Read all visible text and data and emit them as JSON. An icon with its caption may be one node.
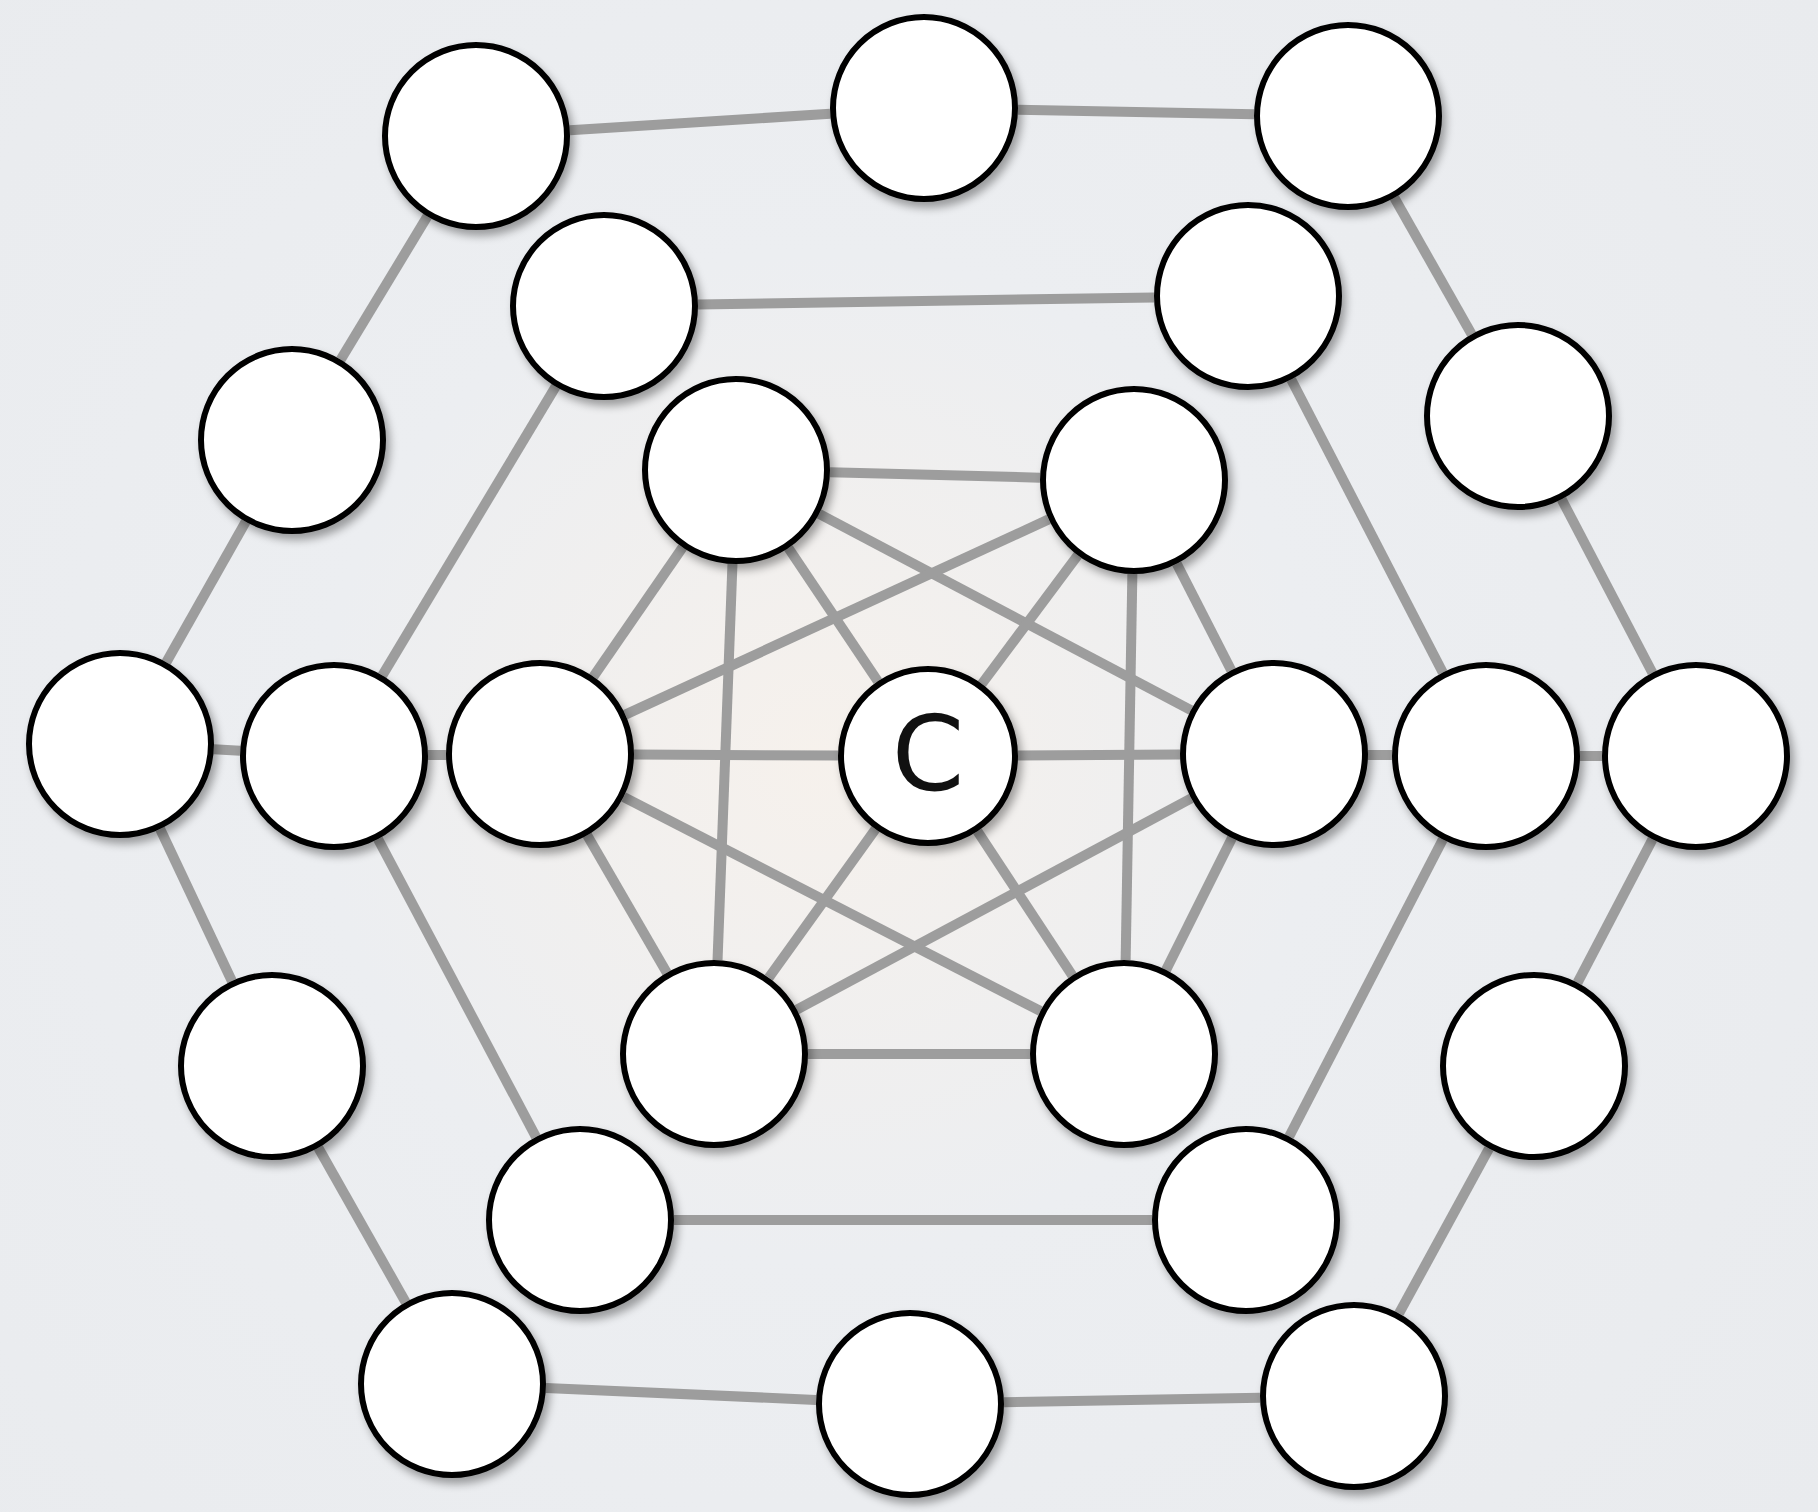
{
  "diagram": {
    "nodes": [
      {
        "text": [],
        "shape": "circle"
      },
      {
        "text": [],
        "shape": "circle"
      },
      {
        "text": [],
        "shape": "circle"
      },
      {
        "text": [],
        "shape": "circle"
      },
      {
        "text": [],
        "shape": "circle"
      },
      {
        "text": [],
        "shape": "circle"
      },
      {
        "text": [],
        "shape": "circle"
      },
      {
        "text": [],
        "shape": "circle"
      },
      {
        "text": [],
        "shape": "circle"
      },
      {
        "text": [],
        "shape": "circle"
      },
      {
        "text": [],
        "shape": "circle"
      },
      {
        "text": [],
        "shape": "circle"
      },
      {
        "text": [
          "C"
        ]
      },
      {
        "text": [],
        "shape": "circle"
      },
      {
        "text": [],
        "shape": "circle"
      },
      {
        "text": [],
        "shape": "circle"
      },
      {
        "text": [],
        "shape": "circle"
      },
      {
        "text": [],
        "shape": "circle"
      },
      {
        "text": [],
        "shape": "circle"
      },
      {
        "text": [],
        "shape": "circle"
      },
      {
        "text": [],
        "shape": "circle"
      },
      {
        "text": [],
        "shape": "circle"
      },
      {
        "text": [],
        "shape": "circle"
      },
      {
        "text": [],
        "shape": "circle"
      },
      {
        "text": [],
        "shape": "circle"
      }
    ],
    "edges": [
      {
        "from": 0,
        "to": 1,
        "arrow": "none"
      },
      {
        "from": 1,
        "to": 2,
        "arrow": "none"
      },
      {
        "from": 2,
        "to": 8,
        "arrow": "none"
      },
      {
        "from": 8,
        "to": 15,
        "arrow": "none"
      },
      {
        "from": 15,
        "to": 19,
        "arrow": "none"
      },
      {
        "from": 19,
        "to": 24,
        "arrow": "none"
      },
      {
        "from": 24,
        "to": 23,
        "arrow": "none"
      },
      {
        "from": 23,
        "to": 22,
        "arrow": "none"
      },
      {
        "from": 22,
        "to": 16,
        "arrow": "none"
      },
      {
        "from": 16,
        "to": 9,
        "arrow": "none"
      },
      {
        "from": 9,
        "to": 5,
        "arrow": "none"
      },
      {
        "from": 5,
        "to": 0,
        "arrow": "none"
      },
      {
        "from": 3,
        "to": 4,
        "arrow": "none"
      },
      {
        "from": 4,
        "to": 14,
        "arrow": "none"
      },
      {
        "from": 14,
        "to": 21,
        "arrow": "none"
      },
      {
        "from": 21,
        "to": 20,
        "arrow": "none"
      },
      {
        "from": 20,
        "to": 10,
        "arrow": "none"
      },
      {
        "from": 10,
        "to": 3,
        "arrow": "none"
      },
      {
        "from": 6,
        "to": 7,
        "arrow": "none"
      },
      {
        "from": 7,
        "to": 13,
        "arrow": "none"
      },
      {
        "from": 13,
        "to": 18,
        "arrow": "none"
      },
      {
        "from": 18,
        "to": 17,
        "arrow": "none"
      },
      {
        "from": 17,
        "to": 11,
        "arrow": "none"
      },
      {
        "from": 11,
        "to": 6,
        "arrow": "none"
      },
      {
        "from": 6,
        "to": 13,
        "arrow": "none"
      },
      {
        "from": 7,
        "to": 18,
        "arrow": "none"
      },
      {
        "from": 13,
        "to": 17,
        "arrow": "none"
      },
      {
        "from": 18,
        "to": 11,
        "arrow": "none"
      },
      {
        "from": 17,
        "to": 6,
        "arrow": "none"
      },
      {
        "from": 11,
        "to": 7,
        "arrow": "none"
      },
      {
        "from": 6,
        "to": 12,
        "arrow": "none"
      },
      {
        "from": 7,
        "to": 12,
        "arrow": "none"
      },
      {
        "from": 13,
        "to": 12,
        "arrow": "none"
      },
      {
        "from": 18,
        "to": 12,
        "arrow": "none"
      },
      {
        "from": 17,
        "to": 12,
        "arrow": "none"
      },
      {
        "from": 11,
        "to": 12,
        "arrow": "none"
      },
      {
        "from": 9,
        "to": 10,
        "arrow": "none"
      },
      {
        "from": 10,
        "to": 11,
        "arrow": "none"
      },
      {
        "from": 13,
        "to": 14,
        "arrow": "none"
      },
      {
        "from": 14,
        "to": 15,
        "arrow": "none"
      }
    ]
  }
}
